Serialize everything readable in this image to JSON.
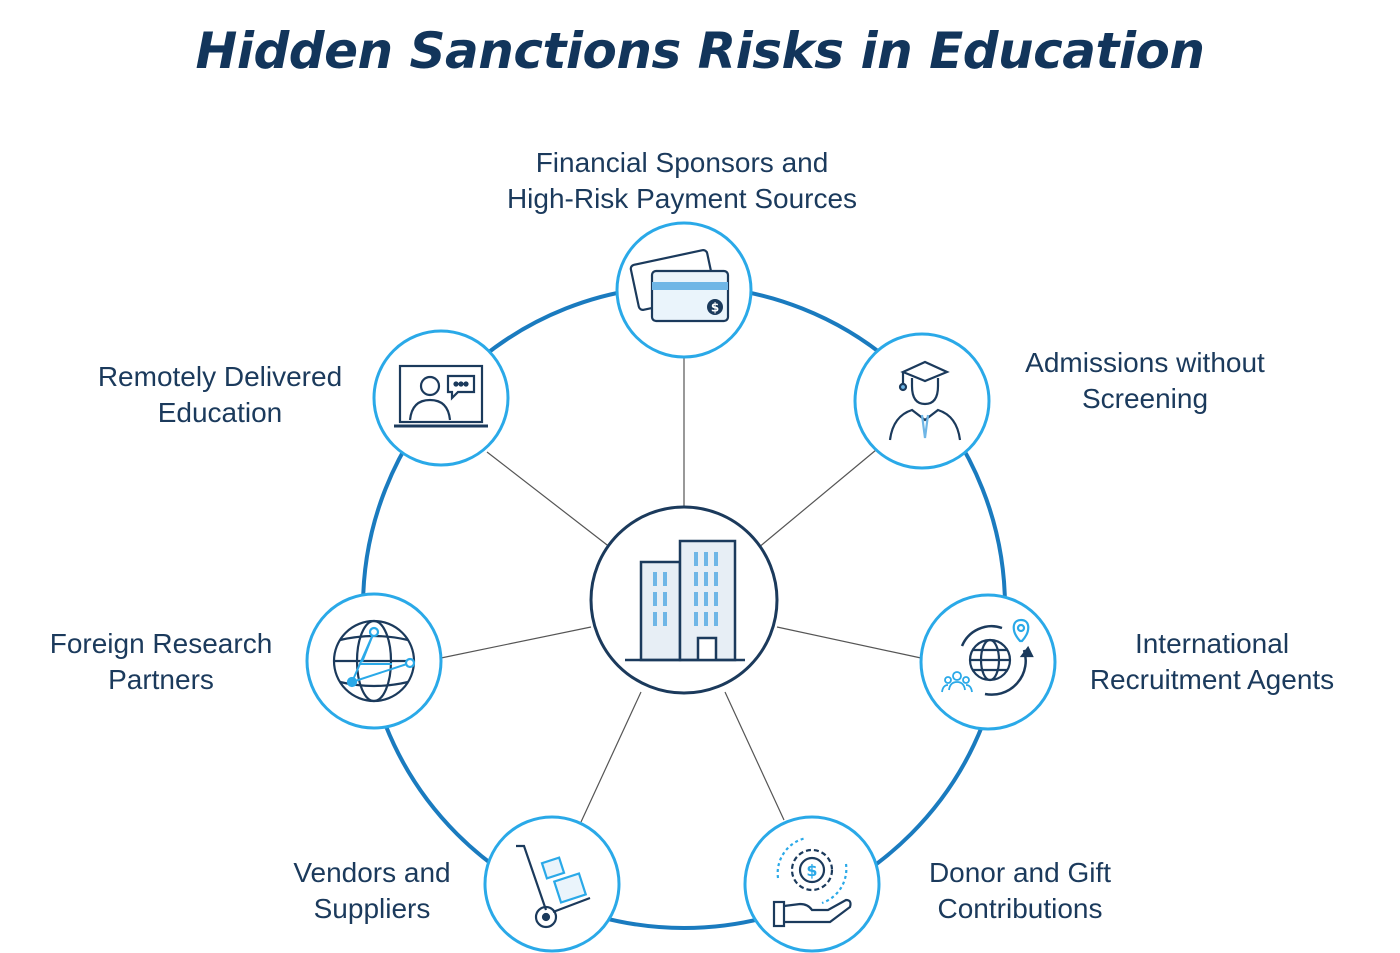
{
  "title": "Hidden Sanctions Risks in Education",
  "colors": {
    "title": "#12355b",
    "label": "#1b3a5c",
    "ring": "#1a7bbf",
    "node_border": "#2aa9e8",
    "center_border": "#1b3a5c",
    "icon_dark": "#1b3a5c",
    "icon_light": "#6fb6e6",
    "spoke": "#555555"
  },
  "center": {
    "icon": "office-building-icon"
  },
  "nodes": [
    {
      "id": "financial",
      "icon": "credit-cards-icon",
      "lines": [
        "Financial Sponsors and",
        "High-Risk Payment Sources"
      ]
    },
    {
      "id": "admissions",
      "icon": "graduate-icon",
      "lines": [
        "Admissions without",
        "Screening"
      ]
    },
    {
      "id": "recruitment",
      "icon": "globe-recruitment-icon",
      "lines": [
        "International",
        "Recruitment Agents"
      ]
    },
    {
      "id": "donor",
      "icon": "donation-hand-icon",
      "lines": [
        "Donor and Gift",
        "Contributions"
      ]
    },
    {
      "id": "vendors",
      "icon": "hand-truck-icon",
      "lines": [
        "Vendors and",
        "Suppliers"
      ]
    },
    {
      "id": "research",
      "icon": "globe-network-icon",
      "lines": [
        "Foreign Research",
        "Partners"
      ]
    },
    {
      "id": "remote",
      "icon": "video-lecture-icon",
      "lines": [
        "Remotely Delivered",
        "Education"
      ]
    }
  ]
}
